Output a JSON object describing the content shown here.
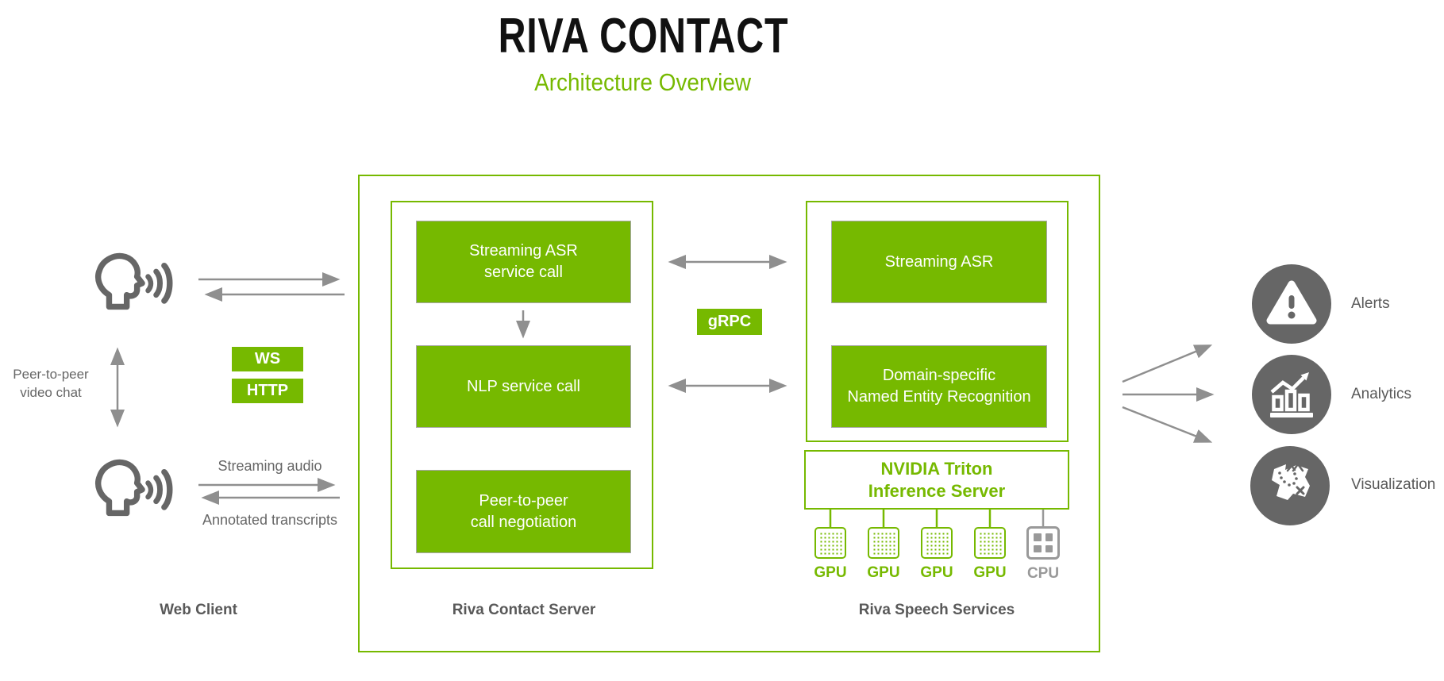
{
  "title": "RIVA CONTACT",
  "subtitle": "Architecture Overview",
  "colors": {
    "brand_green": "#76B900",
    "icon_gray": "#666666",
    "arrow_gray": "#8F8F8F",
    "text_gray": "#595959"
  },
  "web_client": {
    "section_label": "Web Client",
    "peer_chat_line1": "Peer-to-peer",
    "peer_chat_line2": "video chat",
    "ws_label": "WS",
    "http_label": "HTTP",
    "streaming_audio_label": "Streaming audio",
    "annotated_transcripts_label": "Annotated transcripts"
  },
  "contact_server": {
    "section_label": "Riva Contact Server",
    "asr_box_line1": "Streaming ASR",
    "asr_box_line2": "service call",
    "nlp_box_label": "NLP service call",
    "p2p_box_line1": "Peer-to-peer",
    "p2p_box_line2": "call negotiation"
  },
  "grpc_label": "gRPC",
  "speech_services": {
    "section_label": "Riva Speech Services",
    "asr_box_label": "Streaming ASR",
    "ner_box_line1": "Domain-specific",
    "ner_box_line2": "Named Entity Recognition",
    "triton_line1": "NVIDIA Triton",
    "triton_line2": "Inference Server",
    "chips": [
      {
        "label": "GPU"
      },
      {
        "label": "GPU"
      },
      {
        "label": "GPU"
      },
      {
        "label": "GPU"
      },
      {
        "label": "CPU"
      }
    ]
  },
  "outputs": [
    {
      "label": "Alerts"
    },
    {
      "label": "Analytics"
    },
    {
      "label": "Visualization"
    }
  ]
}
